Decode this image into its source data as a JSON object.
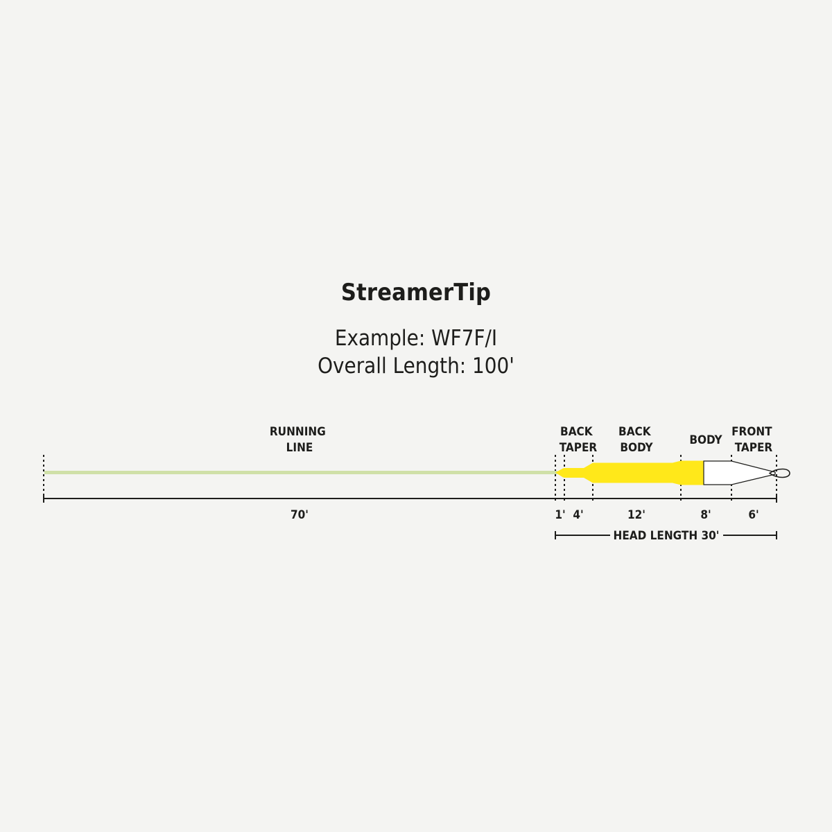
{
  "title": "StreamerTip",
  "subtitle": {
    "example": "Example: WF7F/I",
    "overall_length": "Overall Length: 100'"
  },
  "colors": {
    "background": "#f4f4f2",
    "running_line": "#cfe0a8",
    "head_yellow": "#ffe81a",
    "tip_white": "#ffffff",
    "ink": "#1d1d1b"
  },
  "segments": [
    {
      "name": "running-line",
      "label_lines": [
        "RUNNING",
        "LINE"
      ],
      "length_label": "70'"
    },
    {
      "name": "front-transition",
      "label_lines": [],
      "length_label": "1'"
    },
    {
      "name": "back-taper",
      "label_lines": [
        "BACK",
        "TAPER"
      ],
      "length_label": "4'"
    },
    {
      "name": "back-body",
      "label_lines": [
        "BACK",
        "BODY"
      ],
      "length_label": "12'"
    },
    {
      "name": "body",
      "label_lines": [
        "BODY"
      ],
      "length_label": "8'"
    },
    {
      "name": "front-taper",
      "label_lines": [
        "FRONT",
        "TAPER"
      ],
      "length_label": "6'"
    }
  ],
  "head_length_label": "HEAD LENGTH 30'"
}
